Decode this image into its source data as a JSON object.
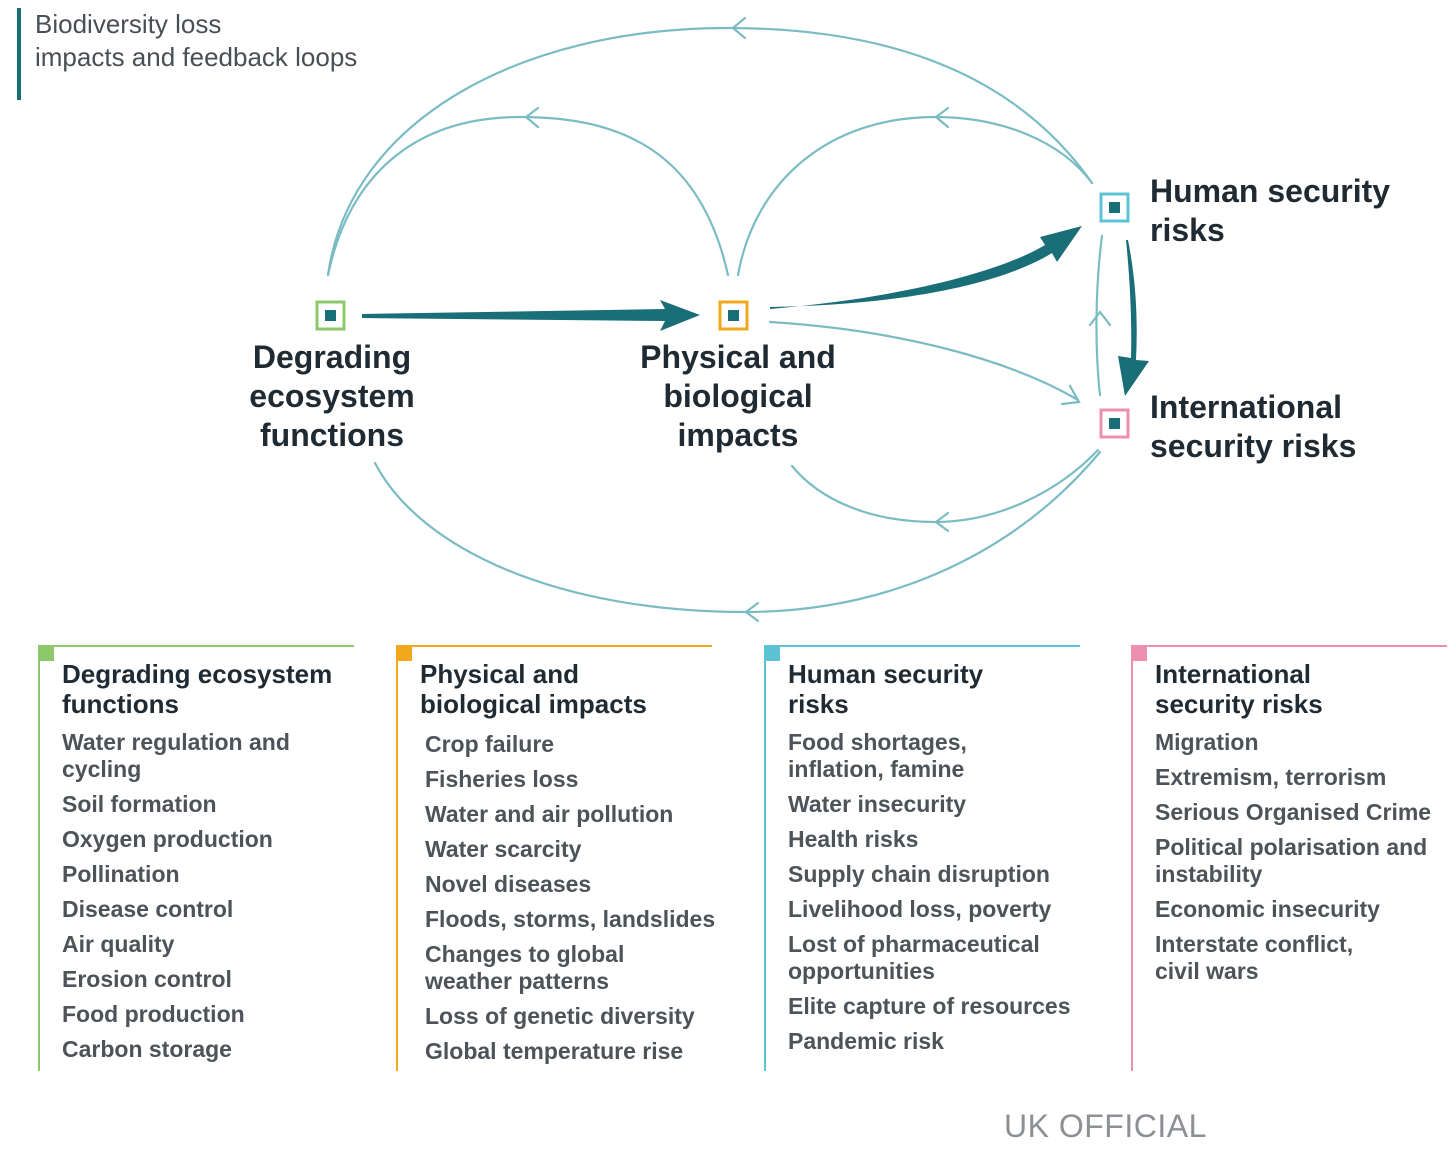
{
  "title": [
    "Biodiversity loss",
    "impacts and feedback loops"
  ],
  "colors": {
    "teal_dark": "#1a6e78",
    "teal_light": "#7bbcc4",
    "green": "#8dc96a",
    "orange": "#f2a81d",
    "cyan": "#5cc3d4",
    "pink": "#ec8fb1"
  },
  "nodes": {
    "degrading": [
      "Degrading",
      "ecosystem",
      "functions"
    ],
    "physical": [
      "Physical and",
      "biological",
      "impacts"
    ],
    "human": [
      "Human security",
      "risks"
    ],
    "international": [
      "International",
      "security risks"
    ]
  },
  "columns": [
    {
      "heading": [
        "Degrading ecosystem",
        "functions"
      ],
      "items": [
        [
          "Water regulation and",
          "cycling"
        ],
        [
          "Soil formation"
        ],
        [
          "Oxygen production"
        ],
        [
          "Pollination"
        ],
        [
          "Disease control"
        ],
        [
          "Air quality"
        ],
        [
          "Erosion control"
        ],
        [
          "Food production"
        ],
        [
          "Carbon storage"
        ]
      ]
    },
    {
      "heading": [
        "Physical and",
        "biological impacts"
      ],
      "items": [
        [
          "Crop failure"
        ],
        [
          "Fisheries loss"
        ],
        [
          "Water and air pollution"
        ],
        [
          "Water scarcity"
        ],
        [
          "Novel diseases"
        ],
        [
          "Floods, storms, landslides"
        ],
        [
          "Changes to global",
          "weather patterns"
        ],
        [
          "Loss of genetic diversity"
        ],
        [
          "Global temperature rise"
        ]
      ]
    },
    {
      "heading": [
        "Human security",
        "risks"
      ],
      "items": [
        [
          "Food shortages,",
          "inflation, famine"
        ],
        [
          "Water insecurity"
        ],
        [
          "Health risks"
        ],
        [
          "Supply chain disruption"
        ],
        [
          "Livelihood loss, poverty"
        ],
        [
          "Lost of pharmaceutical",
          "opportunities"
        ],
        [
          "Elite capture of resources"
        ],
        [
          "Pandemic risk"
        ]
      ]
    },
    {
      "heading": [
        "International",
        "security risks"
      ],
      "items": [
        [
          "Migration"
        ],
        [
          "Extremism, terrorism"
        ],
        [
          "Serious Organised Crime"
        ],
        [
          "Political polarisation and",
          "instability"
        ],
        [
          "Economic insecurity"
        ],
        [
          "Interstate conflict,",
          "civil wars"
        ]
      ]
    }
  ],
  "footer": "UK OFFICIAL"
}
